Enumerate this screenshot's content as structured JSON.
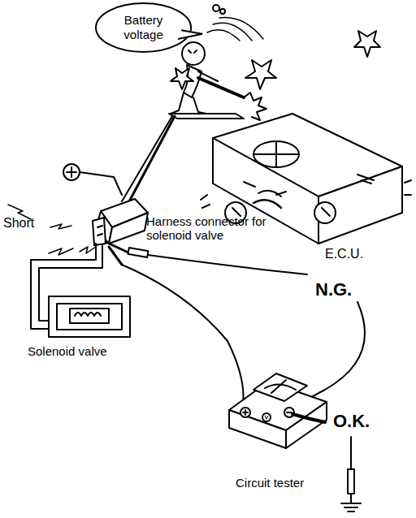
{
  "diagram": {
    "nodes": [
      {
        "text": [
          "Battery voltage"
        ]
      }
    ],
    "labels": [
      "Short",
      "Harness connector for solenoid valve",
      "E.C.U.",
      "N.G.",
      "O.K.",
      "Solenoid valve",
      "Circuit tester"
    ]
  }
}
